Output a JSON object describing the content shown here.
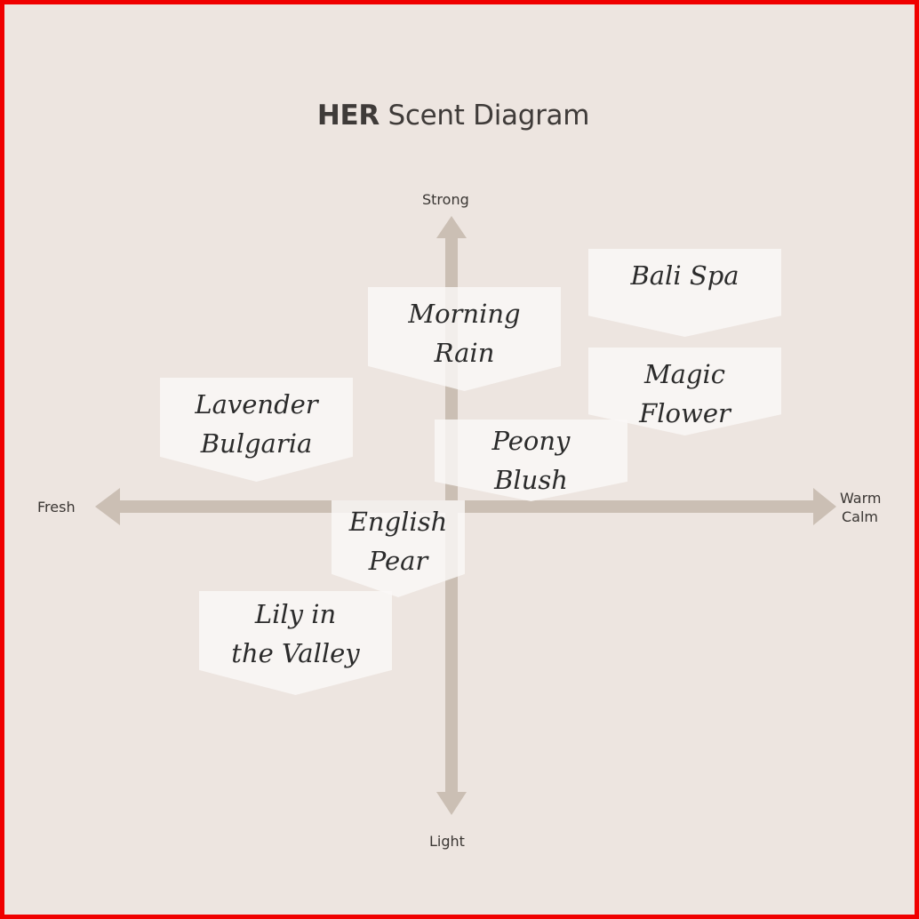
{
  "title": {
    "bold": "HER",
    "rest": " Scent Diagram"
  },
  "axes": {
    "top": "Strong",
    "bottom": "Light",
    "left": "Fresh",
    "right_line1": "Warm",
    "right_line2": "Calm"
  },
  "colors": {
    "background": "#ede5e0",
    "border": "#f00000",
    "axis": "#cbbfb4",
    "tag_fill": "#faf8f7"
  },
  "scents": [
    {
      "line1": "Bali Spa",
      "line2": ""
    },
    {
      "line1": "Morning",
      "line2": "Rain"
    },
    {
      "line1": "Magic",
      "line2": "Flower"
    },
    {
      "line1": "Lavender",
      "line2": "Bulgaria"
    },
    {
      "line1": "Peony",
      "line2": "Blush"
    },
    {
      "line1": "English",
      "line2": "Pear"
    },
    {
      "line1": "Lily in",
      "line2": "the Valley"
    }
  ]
}
